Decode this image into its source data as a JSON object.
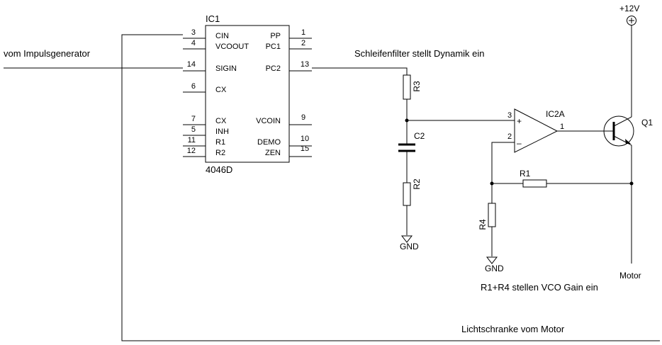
{
  "ic1": {
    "ref": "IC1",
    "part": "4046D",
    "left_pins": [
      {
        "num": "3",
        "name": "CIN"
      },
      {
        "num": "4",
        "name": "VCOOUT"
      },
      {
        "num": "14",
        "name": "SIGIN"
      },
      {
        "num": "6",
        "name": "CX"
      },
      {
        "num": "7",
        "name": "CX"
      },
      {
        "num": "5",
        "name": "INH"
      },
      {
        "num": "11",
        "name": "R1"
      },
      {
        "num": "12",
        "name": "R2"
      }
    ],
    "right_pins": [
      {
        "num": "1",
        "name": "PP"
      },
      {
        "num": "2",
        "name": "PC1"
      },
      {
        "num": "13",
        "name": "PC2"
      },
      {
        "num": "9",
        "name": "VCOIN"
      },
      {
        "num": "10",
        "name": "DEMO"
      },
      {
        "num": "15",
        "name": "ZEN"
      }
    ]
  },
  "components": {
    "r3": "R3",
    "c2": "C2",
    "r2": "R2",
    "r1": "R1",
    "r4": "R4",
    "ic2a": "IC2A",
    "q1": "Q1",
    "opamp_pin_plus": "3",
    "opamp_pin_minus": "2",
    "opamp_pin_out": "1",
    "plus_sign": "+",
    "minus_sign": "–",
    "gnd1": "GND",
    "gnd2": "GND",
    "supply": "+12V",
    "motor": "Motor"
  },
  "notes": {
    "input": "vom Impulsgenerator",
    "loop_filter": "Schleifenfilter stellt Dynamik ein",
    "gain": "R1+R4 stellen VCO Gain ein",
    "feedback": "Lichtschranke vom Motor"
  }
}
